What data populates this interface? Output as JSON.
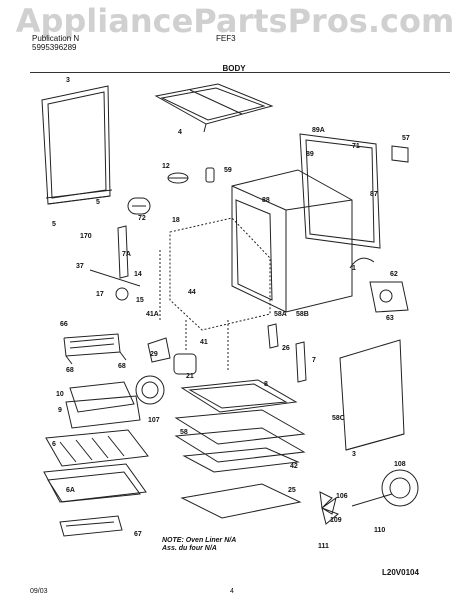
{
  "watermark": "AppliancePartsPros.com",
  "header": {
    "left_top": "Publication N",
    "left_bottom": "5995396289",
    "model": "FEF3",
    "section_title": "BODY"
  },
  "labels": [
    {
      "id": "3a",
      "text": "3"
    },
    {
      "id": "4",
      "text": "4"
    },
    {
      "id": "5",
      "text": "5"
    },
    {
      "id": "5b",
      "text": "5"
    },
    {
      "id": "170",
      "text": "170"
    },
    {
      "id": "12",
      "text": "12"
    },
    {
      "id": "59",
      "text": "59"
    },
    {
      "id": "89a",
      "text": "89A"
    },
    {
      "id": "89",
      "text": "89"
    },
    {
      "id": "71",
      "text": "71"
    },
    {
      "id": "57",
      "text": "57"
    },
    {
      "id": "87",
      "text": "87"
    },
    {
      "id": "72",
      "text": "72"
    },
    {
      "id": "18",
      "text": "18"
    },
    {
      "id": "88",
      "text": "88"
    },
    {
      "id": "7a",
      "text": "7A"
    },
    {
      "id": "37",
      "text": "37"
    },
    {
      "id": "14",
      "text": "14"
    },
    {
      "id": "17",
      "text": "17"
    },
    {
      "id": "15",
      "text": "15"
    },
    {
      "id": "44",
      "text": "44"
    },
    {
      "id": "41a",
      "text": "41A"
    },
    {
      "id": "58a",
      "text": "58A"
    },
    {
      "id": "58b",
      "text": "58B"
    },
    {
      "id": "1",
      "text": "1"
    },
    {
      "id": "62",
      "text": "62"
    },
    {
      "id": "63",
      "text": "63"
    },
    {
      "id": "66",
      "text": "66"
    },
    {
      "id": "29",
      "text": "29"
    },
    {
      "id": "41",
      "text": "41"
    },
    {
      "id": "26",
      "text": "26"
    },
    {
      "id": "7",
      "text": "7"
    },
    {
      "id": "68a",
      "text": "68"
    },
    {
      "id": "68b",
      "text": "68"
    },
    {
      "id": "21",
      "text": "21"
    },
    {
      "id": "10",
      "text": "10"
    },
    {
      "id": "9",
      "text": "9"
    },
    {
      "id": "107",
      "text": "107"
    },
    {
      "id": "8",
      "text": "8"
    },
    {
      "id": "58c",
      "text": "58C"
    },
    {
      "id": "6",
      "text": "6"
    },
    {
      "id": "58",
      "text": "58"
    },
    {
      "id": "3b",
      "text": "3"
    },
    {
      "id": "42",
      "text": "42"
    },
    {
      "id": "108",
      "text": "108"
    },
    {
      "id": "6a",
      "text": "6A"
    },
    {
      "id": "25",
      "text": "25"
    },
    {
      "id": "106",
      "text": "106"
    },
    {
      "id": "67",
      "text": "67"
    },
    {
      "id": "109",
      "text": "109"
    },
    {
      "id": "110",
      "text": "110"
    },
    {
      "id": "111",
      "text": "111"
    }
  ],
  "note": {
    "line1": "NOTE: Oven Liner N/A",
    "line2": "Ass. du four N/A"
  },
  "drawing_ref": "L20V0104",
  "footer": {
    "date": "09/03",
    "page": "4"
  }
}
